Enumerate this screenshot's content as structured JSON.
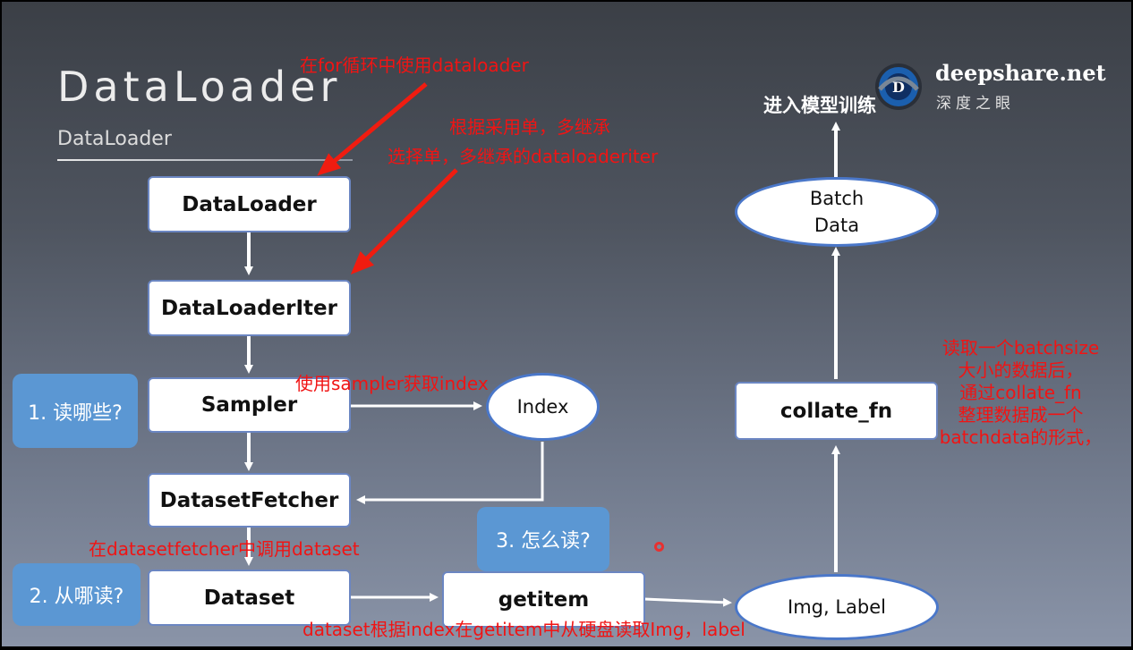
{
  "slide": {
    "title": "DataLoader",
    "subtitle": "DataLoader"
  },
  "logo": {
    "name": "deepshare.net",
    "subname": "深度之眼",
    "icon": "eye-logo-icon"
  },
  "nodes": {
    "dataloader": "DataLoader",
    "dataloaderiter": "DataLoaderIter",
    "sampler": "Sampler",
    "index": "Index",
    "datasetfetcher": "DatasetFetcher",
    "dataset": "Dataset",
    "getitem": "getitem",
    "img_label": "Img, Label",
    "collate_fn": "collate_fn",
    "batch_data_line1": "Batch",
    "batch_data_line2": "Data",
    "enter_model": "进入模型训练"
  },
  "questions": {
    "q1": "1. 读哪些?",
    "q2": "2. 从哪读?",
    "q3": "3. 怎么读?"
  },
  "annotations": {
    "for_loop": "在for循环中使用dataloader",
    "single_multi_1": "根据采用单，多继承",
    "single_multi_2": "选择单，多继承的dataloaderiter",
    "sampler_index": "使用sampler获取index",
    "fetcher_call": "在datasetfetcher中调用dataset",
    "dataset_read": "dataset根据index在getitem中从硬盘读取Img，label",
    "collate_1": "读取一个batchsize",
    "collate_2": "大小的数据后，",
    "collate_3": "通过collate_fn",
    "collate_4": "整理数据成一个",
    "collate_5": "batchdata的形式，"
  },
  "colors": {
    "annotation_red": "#f01414",
    "question_blue": "#5b97d3",
    "ellipse_border": "#4a77c9",
    "box_border": "#6b86c2"
  }
}
